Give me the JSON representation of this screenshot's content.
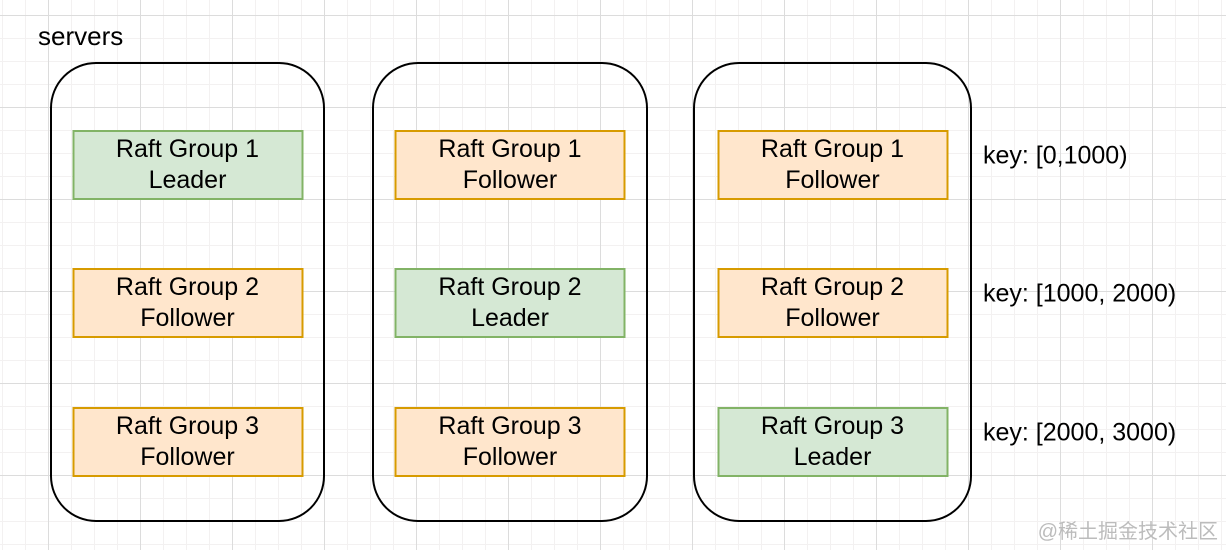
{
  "diagram": {
    "title": "servers",
    "colors": {
      "leader_fill": "#d5e8d4",
      "leader_border": "#82b366",
      "follower_fill": "#ffe6cc",
      "follower_border": "#d79b00",
      "container_border": "#000000",
      "watermark_color": "#bcbcbc"
    },
    "servers": [
      {
        "groups": [
          {
            "name": "Raft Group 1",
            "role": "Leader"
          },
          {
            "name": "Raft Group 2",
            "role": "Follower"
          },
          {
            "name": "Raft Group 3",
            "role": "Follower"
          }
        ]
      },
      {
        "groups": [
          {
            "name": "Raft Group 1",
            "role": "Follower"
          },
          {
            "name": "Raft Group 2",
            "role": "Leader"
          },
          {
            "name": "Raft Group 3",
            "role": "Follower"
          }
        ]
      },
      {
        "groups": [
          {
            "name": "Raft Group 1",
            "role": "Follower"
          },
          {
            "name": "Raft Group 2",
            "role": "Follower"
          },
          {
            "name": "Raft Group 3",
            "role": "Leader"
          }
        ]
      }
    ],
    "key_ranges": [
      {
        "label": "key: [0,1000)"
      },
      {
        "label": "key: [1000, 2000)"
      },
      {
        "label": "key: [2000, 3000)"
      }
    ],
    "watermark": "@稀土掘金技术社区"
  }
}
